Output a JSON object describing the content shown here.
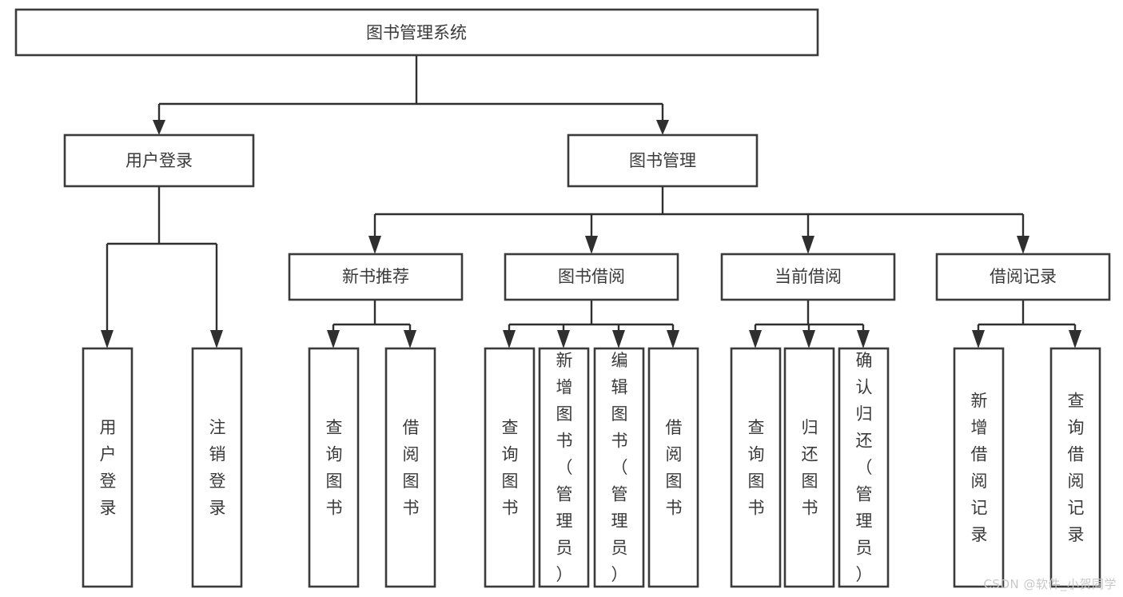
{
  "diagram": {
    "type": "tree",
    "title": "图书管理系统",
    "root": {
      "id": "root",
      "label": "图书管理系统"
    },
    "level2": [
      {
        "id": "user-login",
        "label": "用户登录"
      },
      {
        "id": "book-manage",
        "label": "图书管理"
      }
    ],
    "level3": [
      {
        "id": "new-book-recommend",
        "label": "新书推荐",
        "parent": "book-manage"
      },
      {
        "id": "book-borrow",
        "label": "图书借阅",
        "parent": "book-manage"
      },
      {
        "id": "current-borrow",
        "label": "当前借阅",
        "parent": "book-manage"
      },
      {
        "id": "borrow-record",
        "label": "借阅记录",
        "parent": "book-manage"
      }
    ],
    "leaves": {
      "user_login": [
        {
          "id": "leaf-user-login",
          "label": "用户登录"
        },
        {
          "id": "leaf-user-logout",
          "label": "注销登录"
        }
      ],
      "new_book_recommend": [
        {
          "id": "leaf-query-book-1",
          "label": "查询图书"
        },
        {
          "id": "leaf-borrow-book-1",
          "label": "借阅图书"
        }
      ],
      "book_borrow": [
        {
          "id": "leaf-query-book-2",
          "label": "查询图书"
        },
        {
          "id": "leaf-add-book",
          "label": "新增图书（管理员）"
        },
        {
          "id": "leaf-edit-book",
          "label": "编辑图书（管理员）"
        },
        {
          "id": "leaf-borrow-book-2",
          "label": "借阅图书"
        }
      ],
      "current_borrow": [
        {
          "id": "leaf-query-book-3",
          "label": "查询图书"
        },
        {
          "id": "leaf-return-book",
          "label": "归还图书"
        },
        {
          "id": "leaf-confirm-return",
          "label": "确认归还（管理员）"
        }
      ],
      "borrow_record": [
        {
          "id": "leaf-add-record",
          "label": "新增借阅记录"
        },
        {
          "id": "leaf-query-record",
          "label": "查询借阅记录"
        }
      ]
    }
  },
  "watermark": {
    "text": "CSDN @软件_小贺同学"
  },
  "colors": {
    "box_stroke": "#3b3b3b",
    "edge_stroke": "#2f2f2f",
    "text": "#3a3a3a",
    "background": "#ffffff",
    "watermark": "#c9c9c9"
  }
}
